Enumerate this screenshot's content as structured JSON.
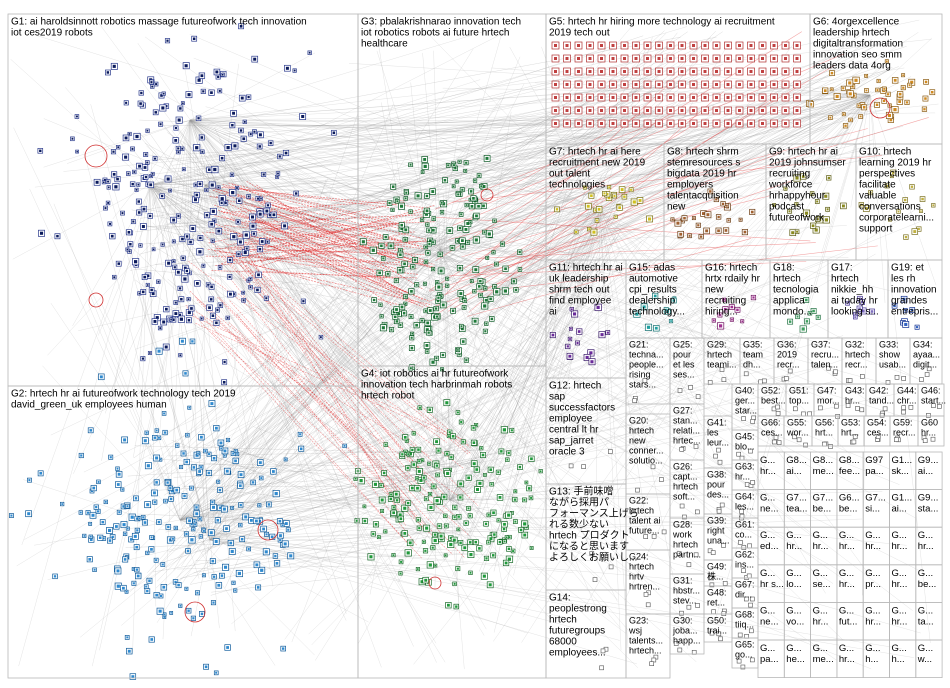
{
  "groups": [
    {
      "id": "G1",
      "lines": [
        "G1: ai haroldsinnott robotics massage futureofwork tech innovation",
        "iot ces2019 robots"
      ]
    },
    {
      "id": "G2",
      "lines": [
        "G2: hrtech hr ai futureofwork technology tech 2019",
        "david_green_uk employees human"
      ]
    },
    {
      "id": "G3",
      "lines": [
        "G3: pbalakrishnarao innovation tech",
        "iot robotics robots ai future hrtech",
        "healthcare"
      ]
    },
    {
      "id": "G4",
      "lines": [
        "G4: iot robotics ai hr futureofwork",
        "innovation tech harbrinmah robots",
        "hrtech robot"
      ]
    },
    {
      "id": "G5",
      "lines": [
        "G5: hrtech hr hiring more technology ai recruitment",
        "2019 tech out"
      ]
    },
    {
      "id": "G6",
      "lines": [
        "G6: 4orgexcellence",
        "leadership hrtech",
        "digitaltransformation",
        "innovation seo smm",
        "leaders data 4org"
      ]
    },
    {
      "id": "G7",
      "lines": [
        "G7: hrtech hr ai here",
        "recruitment new 2019",
        "out talent",
        "technologies"
      ]
    },
    {
      "id": "G8",
      "lines": [
        "G8: hrtech shrm",
        "stemresources s",
        "bigdata 2019 hr",
        "employers",
        "talentacquisition",
        "new"
      ]
    },
    {
      "id": "G9",
      "lines": [
        "G9: hrtech hr ai",
        "2019 johnsumser",
        "recruiting",
        "workforce",
        "hrhappyhour",
        "podcast",
        "futureofwork"
      ]
    },
    {
      "id": "G10",
      "lines": [
        "G10: hrtech",
        "learning 2019 hr",
        "perspectives",
        "facilitate",
        "valuable",
        "conversations",
        "corporatelearni...",
        "support"
      ]
    },
    {
      "id": "G11",
      "lines": [
        "G11: hrtech hr ai",
        "uk leadership",
        "shrm tech out",
        "find employee",
        "ai"
      ]
    },
    {
      "id": "G15",
      "lines": [
        "G15: adas",
        "automotive",
        "cpi_results",
        "dealership",
        "technology..."
      ]
    },
    {
      "id": "G16",
      "lines": [
        "G16: hrtech",
        "hrtx rdaily hr",
        "new",
        "recruiting",
        "hiring..."
      ]
    },
    {
      "id": "G18",
      "lines": [
        "G18:",
        "hrtech",
        "tecnologia",
        "applica",
        "mondo..."
      ]
    },
    {
      "id": "G17",
      "lines": [
        "G17:",
        "hrtech",
        "nikkie_hh",
        "ai today hr",
        "looking s..."
      ]
    },
    {
      "id": "G19",
      "lines": [
        "G19: et",
        "les rh",
        "innovation",
        "grandes",
        "entrepris..."
      ]
    },
    {
      "id": "G12",
      "lines": [
        "G12: hrtech",
        "sap",
        "successfactors",
        "employee",
        "central lt hr",
        "sap_jarret",
        "oracle 3"
      ]
    },
    {
      "id": "G13",
      "lines": [
        "G13: 手前味噌",
        "ながら採用パ",
        "フォーマンス上げら",
        "れる数少ない",
        "hrtech プロダクト",
        "になると思います",
        "よろしくお願いし..."
      ]
    },
    {
      "id": "G14",
      "lines": [
        "G14:",
        "peoplestrong",
        "hrtech",
        "futuregroups",
        "68000",
        "employees..."
      ]
    },
    {
      "id": "G21",
      "lines": [
        "G21:",
        "techna...",
        "people...",
        "rising",
        "stars..."
      ]
    },
    {
      "id": "G25",
      "lines": [
        "G25:",
        "pour",
        "et les",
        "ses..."
      ]
    },
    {
      "id": "G29",
      "lines": [
        "G29:",
        "hrtech",
        "teami..."
      ]
    },
    {
      "id": "G35",
      "lines": [
        "G35:",
        "team",
        "dh..."
      ]
    },
    {
      "id": "G36",
      "lines": [
        "G36:",
        "2019",
        "recr..."
      ]
    },
    {
      "id": "G37",
      "lines": [
        "G37:",
        "recru...",
        "talen..."
      ]
    },
    {
      "id": "G32",
      "lines": [
        "G32:",
        "hrtech",
        "recr..."
      ]
    },
    {
      "id": "G33",
      "lines": [
        "G33:",
        "show",
        "usab..."
      ]
    },
    {
      "id": "G34",
      "lines": [
        "G34:",
        "ayaa...",
        "digit..."
      ]
    },
    {
      "id": "G20",
      "lines": [
        "G20:",
        "hrtech",
        "new",
        "conner...",
        "solutio..."
      ]
    },
    {
      "id": "G27",
      "lines": [
        "G27:",
        "stan...",
        "relati...",
        "hrtec..."
      ]
    },
    {
      "id": "G26",
      "lines": [
        "G26:",
        "capt...",
        "hrtech",
        "soft..."
      ]
    },
    {
      "id": "G22",
      "lines": [
        "G22:",
        "hrtech",
        "talent ai",
        "future..."
      ]
    },
    {
      "id": "G38",
      "lines": [
        "G38:",
        "pour",
        "des..."
      ]
    },
    {
      "id": "G28",
      "lines": [
        "G28:",
        "work",
        "hrtech",
        "partn..."
      ]
    },
    {
      "id": "G39",
      "lines": [
        "G39:",
        "right",
        "una..."
      ]
    },
    {
      "id": "G24",
      "lines": [
        "G24:",
        "hrtech",
        "hrtv",
        "hrtren..."
      ]
    },
    {
      "id": "G49",
      "lines": [
        "G49:",
        "株..."
      ]
    },
    {
      "id": "G31",
      "lines": [
        "G31:",
        "hbstr...",
        "stev..."
      ]
    },
    {
      "id": "G23",
      "lines": [
        "G23:",
        "wsj",
        "talents...",
        "hrtech..."
      ]
    },
    {
      "id": "G48",
      "lines": [
        "G48:",
        "ret..."
      ]
    },
    {
      "id": "G30",
      "lines": [
        "G30:",
        "joba...",
        "happ..."
      ]
    },
    {
      "id": "G50",
      "lines": [
        "G50:",
        "trai..."
      ]
    },
    {
      "id": "G40",
      "lines": [
        "G40:",
        "ger...",
        "star..."
      ]
    },
    {
      "id": "G52",
      "lines": [
        "G52:",
        "best..."
      ]
    },
    {
      "id": "G51",
      "lines": [
        "G51:",
        "top..."
      ]
    },
    {
      "id": "G47",
      "lines": [
        "G47:",
        "mor..."
      ]
    },
    {
      "id": "G43",
      "lines": [
        "G43:",
        "hr..."
      ]
    },
    {
      "id": "G42",
      "lines": [
        "G42:",
        "tand..."
      ]
    },
    {
      "id": "G44",
      "lines": [
        "G44:",
        "chr..."
      ]
    },
    {
      "id": "G46",
      "lines": [
        "G46:",
        "start..."
      ]
    },
    {
      "id": "G41",
      "lines": [
        "G41:",
        "les",
        "leur..."
      ]
    },
    {
      "id": "G45",
      "lines": [
        "G45:",
        "blo..."
      ]
    },
    {
      "id": "G66",
      "lines": [
        "G66:",
        "ces..."
      ]
    },
    {
      "id": "G55",
      "lines": [
        "G55:",
        "wor..."
      ]
    },
    {
      "id": "G56",
      "lines": [
        "G56:",
        "hrt..."
      ]
    },
    {
      "id": "G53",
      "lines": [
        "G53:",
        "hrt..."
      ]
    },
    {
      "id": "G54",
      "lines": [
        "G54:",
        "ces..."
      ]
    },
    {
      "id": "G59",
      "lines": [
        "G59:",
        "recr..."
      ]
    },
    {
      "id": "G60",
      "lines": [
        "G60",
        "hr..."
      ]
    },
    {
      "id": "G63",
      "lines": [
        "G63:",
        "hr..."
      ]
    },
    {
      "id": "G64",
      "lines": [
        "G64:",
        "les..."
      ]
    },
    {
      "id": "G61",
      "lines": [
        "G61:",
        "co..."
      ]
    },
    {
      "id": "G62",
      "lines": [
        "G62:",
        "ins..."
      ]
    },
    {
      "id": "G67",
      "lines": [
        "G67:",
        "dir..."
      ]
    },
    {
      "id": "G68",
      "lines": [
        "G68:",
        "tiiq..."
      ]
    },
    {
      "id": "G65",
      "lines": [
        "G65:",
        "go..."
      ]
    }
  ],
  "small_cells": [
    [
      "G...",
      "G8...",
      "G8...",
      "G8...",
      "G97",
      "G1...",
      "G9..."
    ],
    [
      "hr...",
      "ai...",
      "me...",
      "fee...",
      "pa...",
      "sk...",
      "ai..."
    ],
    [
      "G...",
      "G7...",
      "G7...",
      "G6...",
      "G7...",
      "G1...",
      "G9..."
    ],
    [
      "ne...",
      "tea...",
      "be...",
      "be...",
      "si...",
      "ai...",
      "sta..."
    ],
    [
      "G...",
      "G...",
      "G...",
      "G...",
      "G...",
      "G...",
      "G..."
    ],
    [
      "ed...",
      "hr...",
      "hr...",
      "hr...",
      "hr...",
      "hr...",
      "hr..."
    ],
    [
      "G...",
      "G...",
      "G...",
      "G...",
      "G...",
      "G...",
      "G..."
    ],
    [
      "hr s...",
      "lo...",
      "se...",
      "hr...",
      "pr...",
      "hr...",
      "be..."
    ],
    [
      "G...",
      "G...",
      "G...",
      "G...",
      "G...",
      "G...",
      "G..."
    ],
    [
      "ne...",
      "vo...",
      "hr...",
      "fut...",
      "hr...",
      "hr...",
      "ta..."
    ],
    [
      "G...",
      "G...",
      "G...",
      "G...",
      "G...",
      "G...",
      "G..."
    ],
    [
      "pa...",
      "he...",
      "me...",
      "hr...",
      "h...",
      "h...",
      "w..."
    ]
  ]
}
